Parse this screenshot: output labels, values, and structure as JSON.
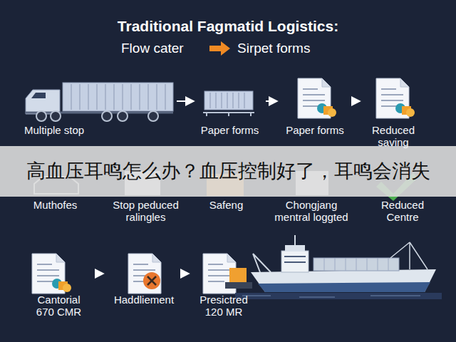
{
  "diagram": {
    "title": "Traditional Fagmatid Logistics:",
    "nodes": [
      {
        "text": [
          "Multiple stop"
        ]
      },
      {
        "text": [
          "Paper forms"
        ]
      },
      {
        "text": [
          "Paper forms"
        ]
      },
      {
        "text": [
          "Reduced saving"
        ]
      },
      {
        "text": [
          "Muthofes"
        ]
      },
      {
        "text": [
          "Stop peduced ralingles"
        ]
      },
      {
        "text": [
          "Safeng"
        ]
      },
      {
        "text": [
          "Chongjang mentral loggted"
        ]
      },
      {
        "text": [
          "Reduced Centre"
        ]
      },
      {
        "text": [
          "Cantorial 670 CMR"
        ]
      },
      {
        "text": [
          "Haddliement"
        ]
      },
      {
        "text": [
          "Presictred 120 MR"
        ]
      }
    ],
    "edges": [
      {
        "from": 0,
        "to": 1,
        "arrow": "to"
      },
      {
        "from": 1,
        "to": 2,
        "arrow": "to"
      },
      {
        "from": 2,
        "to": 3,
        "arrow": "to"
      },
      {
        "from": 9,
        "to": 10,
        "arrow": "to"
      },
      {
        "from": 10,
        "to": 11,
        "arrow": "to"
      }
    ],
    "labels": [
      "Flow cater",
      "Sirpet forms",
      "高血压耳鸣怎么办？血压控制好了，耳鸣会消失"
    ]
  }
}
